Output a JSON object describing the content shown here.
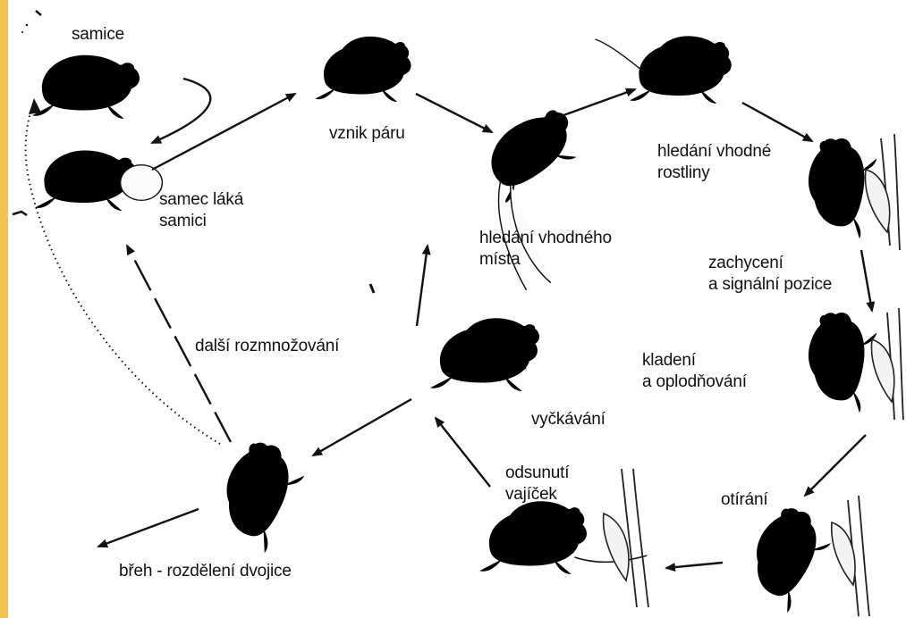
{
  "diagram": {
    "colors": {
      "strip": "#f5c24a",
      "ink": "#111111"
    },
    "labels": {
      "samice": "samice",
      "samec_laka": [
        "samec láká",
        "samici"
      ],
      "vznik_paru": "vznik páru",
      "hledani_mista": [
        "hledání vhodného",
        "místa"
      ],
      "hledani_rostliny": [
        "hledání vhodné",
        "rostliny"
      ],
      "zachyceni": [
        "zachycení",
        "a signální pozice"
      ],
      "kladeni": [
        "kladení",
        "a oplodňování"
      ],
      "vyckavani": "vyčkávání",
      "dalsi": "další rozmnožování",
      "odsunuti": [
        "odsunutí",
        "vajíček"
      ],
      "otirani": "otírání",
      "breh": "břeh - rozdělení dvojice"
    },
    "icons": [
      "frog-female-icon",
      "frog-male-calling-icon",
      "frog-pair-icon",
      "frog-climbing-icon",
      "frog-waiting-icon",
      "plant-stem-icon"
    ]
  }
}
